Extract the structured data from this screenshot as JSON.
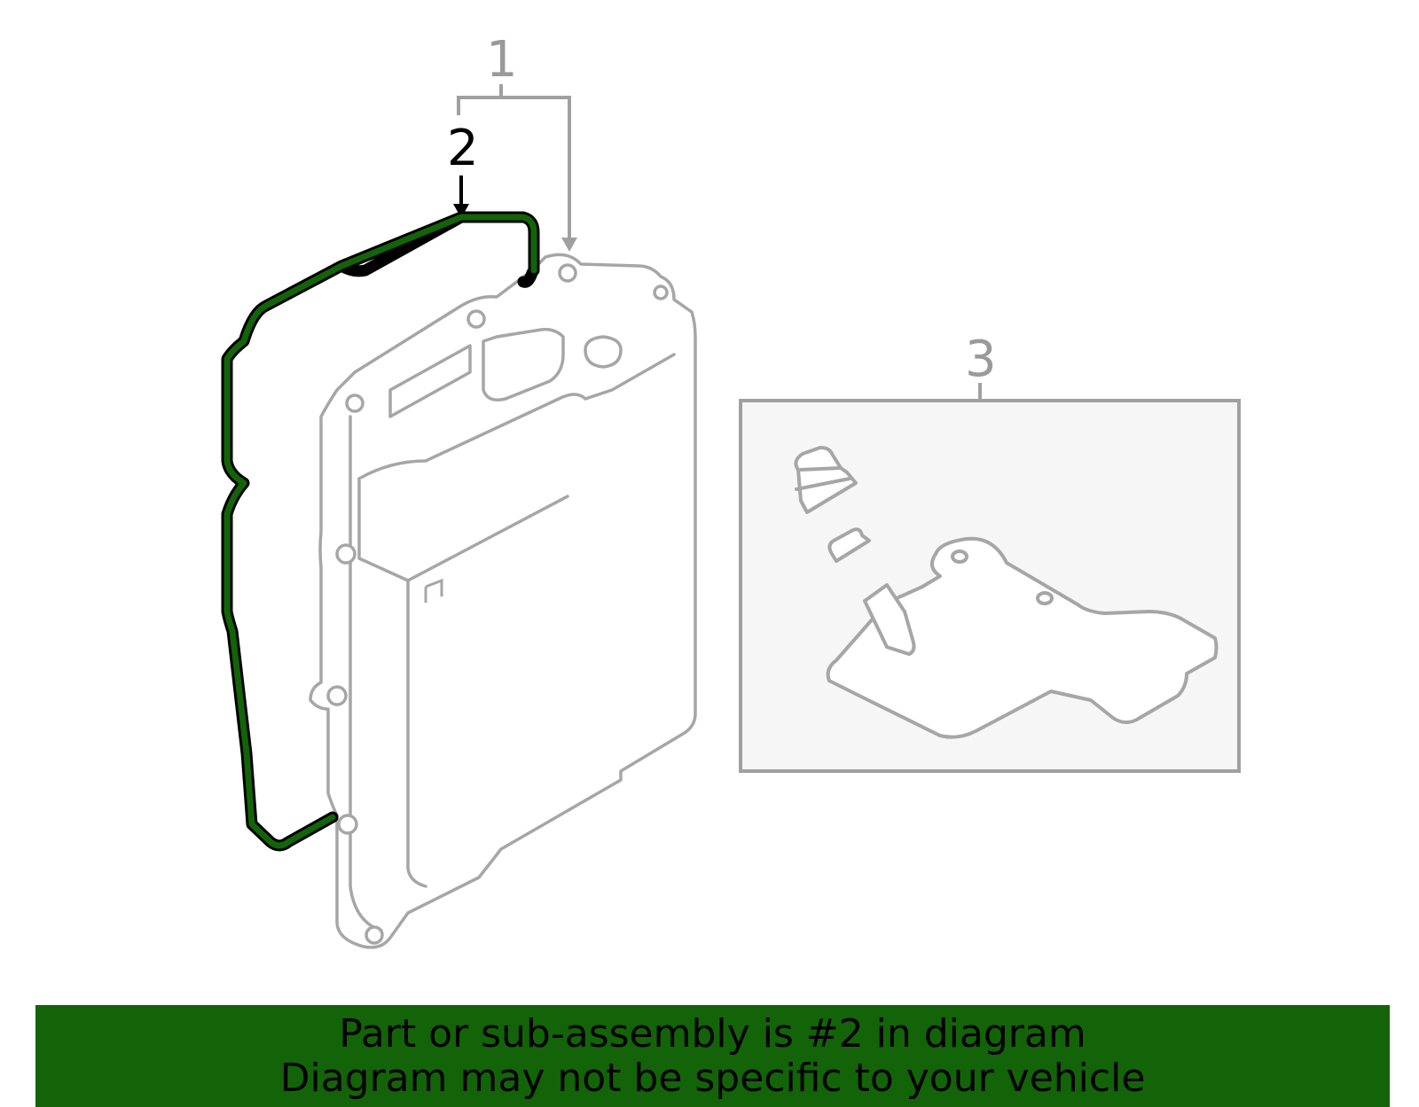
{
  "diagram": {
    "callouts": [
      {
        "id": "1",
        "label": "1",
        "color": "#9a9a9a"
      },
      {
        "id": "2",
        "label": "2",
        "color": "#000000"
      },
      {
        "id": "3",
        "label": "3",
        "color": "#9a9a9a"
      }
    ],
    "parts": {
      "highlighted_part": "gasket",
      "highlight_color": "#136308",
      "line_color": "#a6a6a6",
      "inset_background": "#f6f6f6"
    }
  },
  "banner": {
    "background": "#136308",
    "line1": "Part or sub-assembly is #2 in diagram",
    "line2": "Diagram may not be specific to your vehicle"
  }
}
